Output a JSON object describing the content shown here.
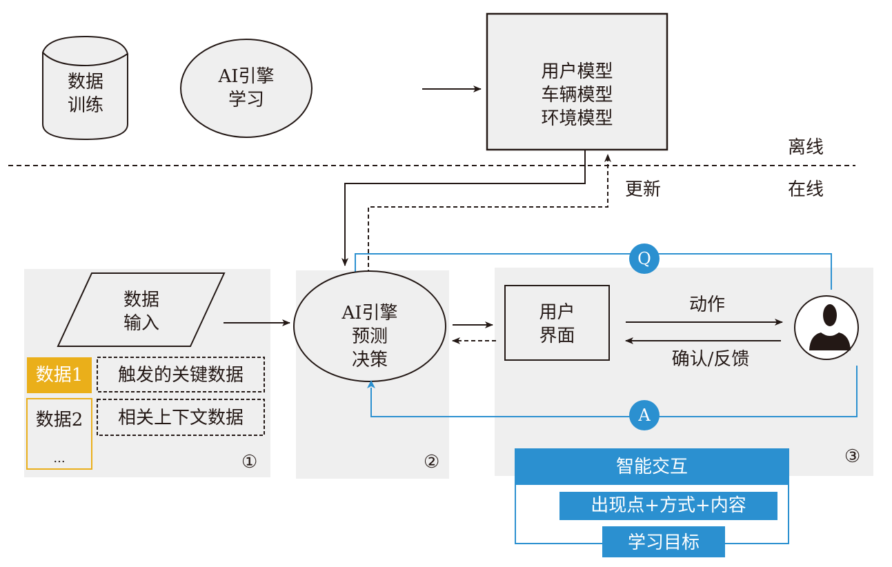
{
  "offline": {
    "data_training": "数据\n训练",
    "ai_learning": "AI引擎\n学习",
    "models": "用户模型\n车辆模型\n环境模型",
    "label_offline": "离线"
  },
  "online": {
    "label_online": "在线",
    "update_label": "更新"
  },
  "panel1": {
    "data_input": "数据\n输入",
    "data1": "数据1",
    "data2": "数据2",
    "ellipsis": "...",
    "trigger_data": "触发的关键数据",
    "context_data": "相关上下文数据",
    "number": "①"
  },
  "panel2": {
    "ai_predict": "AI引擎\n预测\n决策",
    "number": "②"
  },
  "panel3": {
    "user_interface": "用户\n界面",
    "action_label": "动作",
    "feedback_label": "确认/反馈",
    "q_badge": "Q",
    "a_badge": "A",
    "number": "③"
  },
  "smart_interaction": {
    "title": "智能交互",
    "content": "出现点+方式+内容",
    "goal": "学习目标"
  },
  "colors": {
    "accent_blue": "#2b90d0",
    "accent_yellow": "#eaaf1a",
    "panel_gray": "#efefef",
    "stroke": "#231815"
  }
}
